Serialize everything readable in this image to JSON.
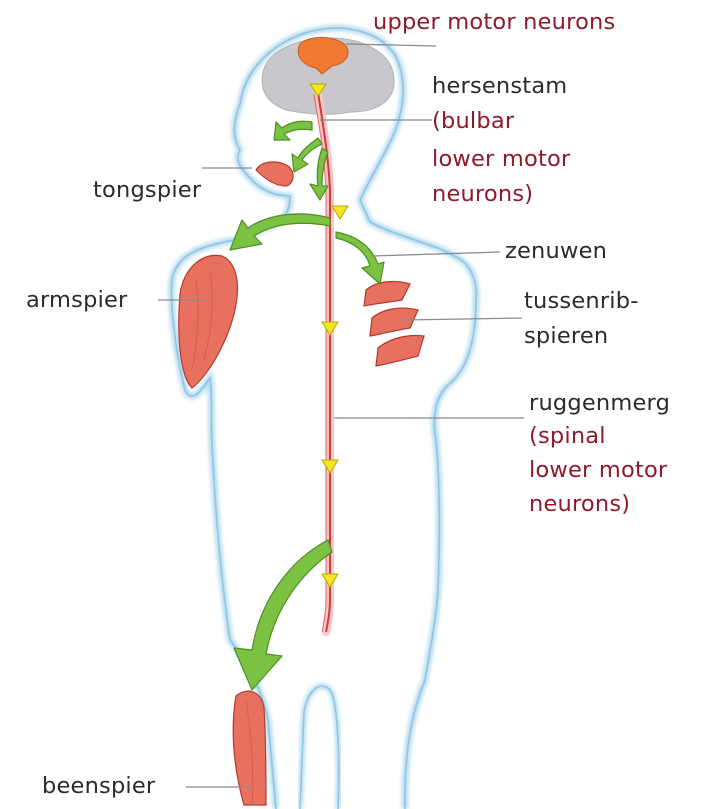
{
  "labels": {
    "upper_motor_neurons": "upper motor neurons",
    "hersenstam": "hersenstam",
    "bulbar_lines": [
      "(bulbar",
      "lower motor",
      "neurons)"
    ],
    "tongspier": "tongspier",
    "zenuwen": "zenuwen",
    "armspier": "armspier",
    "tussenrib_lines": [
      "tussenrib-",
      "spieren"
    ],
    "ruggenmerg": "ruggenmerg",
    "spinal_lines": [
      "(spinal",
      "lower motor",
      "neurons)"
    ],
    "beenspier": "beenspier"
  },
  "colors": {
    "body_outline": "#a8d4ec",
    "brain": "#c8c8cc",
    "muscle": "#e8705e",
    "muscle_edge": "#b33a2c",
    "arrow": "#7cc242",
    "arrow_edge": "#4e8e24",
    "spinal_cord": "#d43a3a",
    "triangle": "#f5e51e",
    "label_dark": "#2b2b2b",
    "label_red": "#8e1a2b",
    "leader": "#8a8a8a"
  }
}
